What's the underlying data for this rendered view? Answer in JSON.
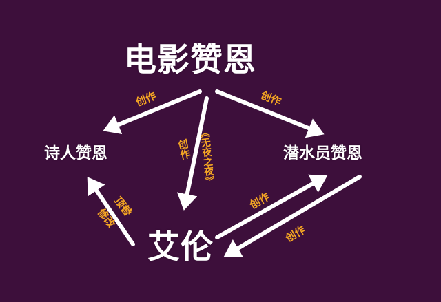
{
  "nodes": {
    "film": "电影赞恩",
    "poet": "诗人赞恩",
    "diver": "潜水员赞恩",
    "ailun": "艾伦"
  },
  "edge_labels": {
    "film_to_poet": "创作",
    "film_to_diver": "创作",
    "film_to_ailun_create": "创作",
    "film_to_ailun_work": "《无夜之夜》",
    "ailun_to_poet_a": "顶替",
    "ailun_to_poet_b": "修改",
    "ailun_to_diver": "创作",
    "diver_to_ailun": "创作"
  },
  "colors": {
    "background": "#3d0f3b",
    "node_text": "#ffffff",
    "arrow": "#ffffff",
    "label": "#f5a623"
  }
}
